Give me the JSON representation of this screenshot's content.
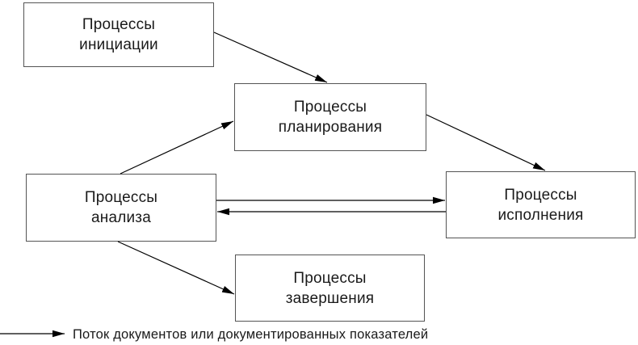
{
  "diagram": {
    "boxes": [
      {
        "id": "initiation",
        "line1": "Процессы",
        "line2": "инициации"
      },
      {
        "id": "planning",
        "line1": "Процессы",
        "line2": "планирования"
      },
      {
        "id": "analysis",
        "line1": "Процессы",
        "line2": "анализа"
      },
      {
        "id": "execution",
        "line1": "Процессы",
        "line2": "исполнения"
      },
      {
        "id": "completion",
        "line1": "Процессы",
        "line2": "завершения"
      }
    ],
    "edges": [
      {
        "from": "initiation",
        "to": "planning"
      },
      {
        "from": "analysis",
        "to": "planning"
      },
      {
        "from": "planning",
        "to": "execution"
      },
      {
        "from": "analysis",
        "to": "execution"
      },
      {
        "from": "execution",
        "to": "analysis"
      },
      {
        "from": "analysis",
        "to": "completion"
      }
    ],
    "legend": {
      "label": "Поток документов или документированных показателей"
    },
    "colors": {
      "line": "#000000",
      "box_border": "#545454",
      "text": "#1a1a1a",
      "background": "#ffffff"
    }
  }
}
